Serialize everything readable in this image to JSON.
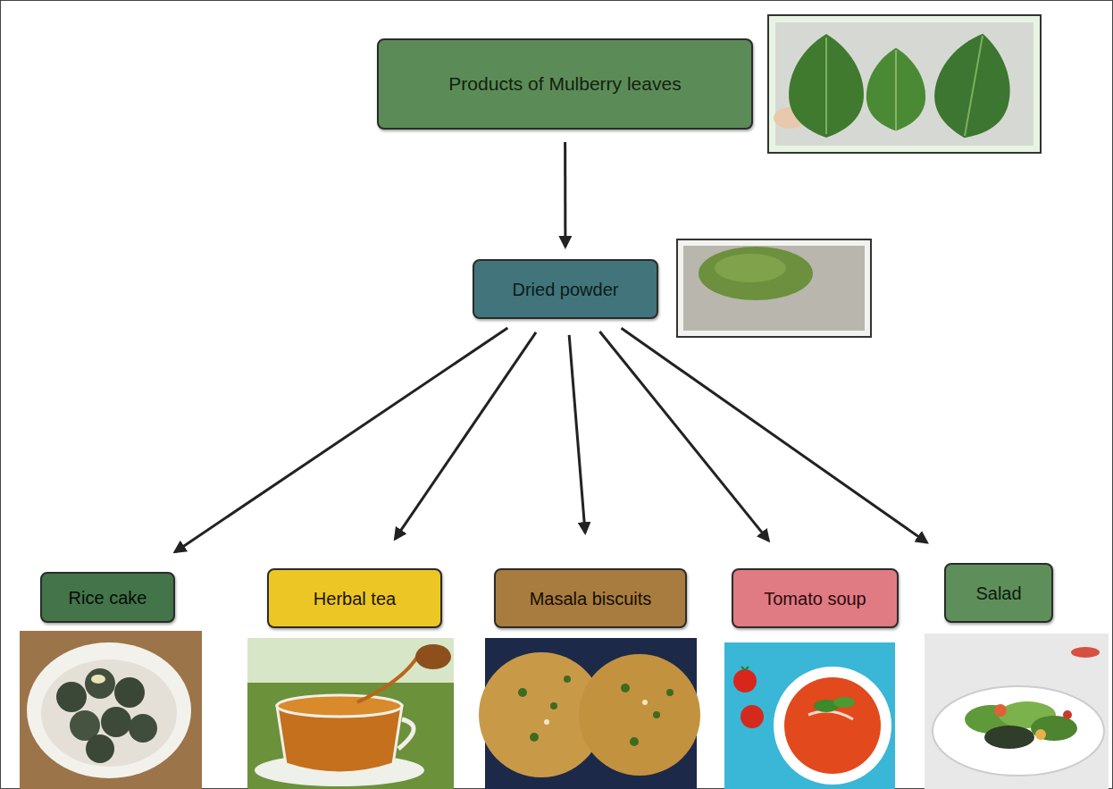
{
  "diagram": {
    "nodes": [
      {
        "text": [
          "Products of Mulberry leaves"
        ]
      },
      {
        "text": [
          "Dried powder"
        ]
      },
      {
        "text": [
          "Rice cake"
        ]
      },
      {
        "text": [
          "Herbal tea"
        ]
      },
      {
        "text": [
          "Masala biscuits"
        ]
      },
      {
        "text": [
          "Tomato soup"
        ]
      },
      {
        "text": [
          "Salad"
        ]
      }
    ],
    "edges": [
      {
        "from": 0,
        "to": 1,
        "arrow": "to"
      },
      {
        "from": 1,
        "to": 2,
        "arrow": "to"
      },
      {
        "from": 1,
        "to": 3,
        "arrow": "to"
      },
      {
        "from": 1,
        "to": 4,
        "arrow": "to"
      },
      {
        "from": 1,
        "to": 5,
        "arrow": "to"
      },
      {
        "from": 1,
        "to": 6,
        "arrow": "to"
      }
    ]
  }
}
